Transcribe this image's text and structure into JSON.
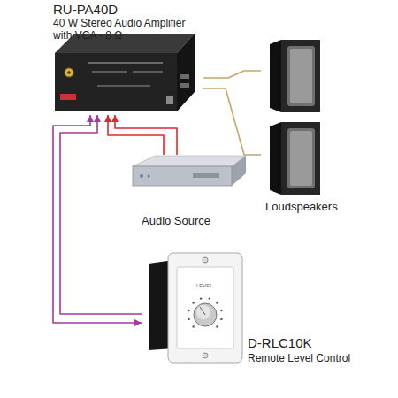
{
  "diagram": {
    "nodes": [
      {
        "text": [
          "RU-PA40D",
          "40 W Stereo Audio Amplifier with VCA - 8 Ω"
        ]
      },
      {
        "text": [
          "Loudspeakers"
        ]
      },
      {
        "text": [
          "Audio Source"
        ]
      },
      {
        "text": [
          "D-RLC10K",
          "Remote Level Control"
        ]
      }
    ],
    "edges": [
      {
        "from": 0,
        "to": 1,
        "arrow": "none"
      },
      {
        "from": 0,
        "to": 1,
        "arrow": "none"
      },
      {
        "from": 2,
        "to": 0,
        "arrow": "to"
      },
      {
        "from": 2,
        "to": 0,
        "arrow": "to"
      },
      {
        "from": 3,
        "to": 0,
        "arrow": "to"
      },
      {
        "from": 3,
        "to": 0,
        "arrow": "both"
      }
    ],
    "labels": [
      "LEVEL"
    ]
  }
}
